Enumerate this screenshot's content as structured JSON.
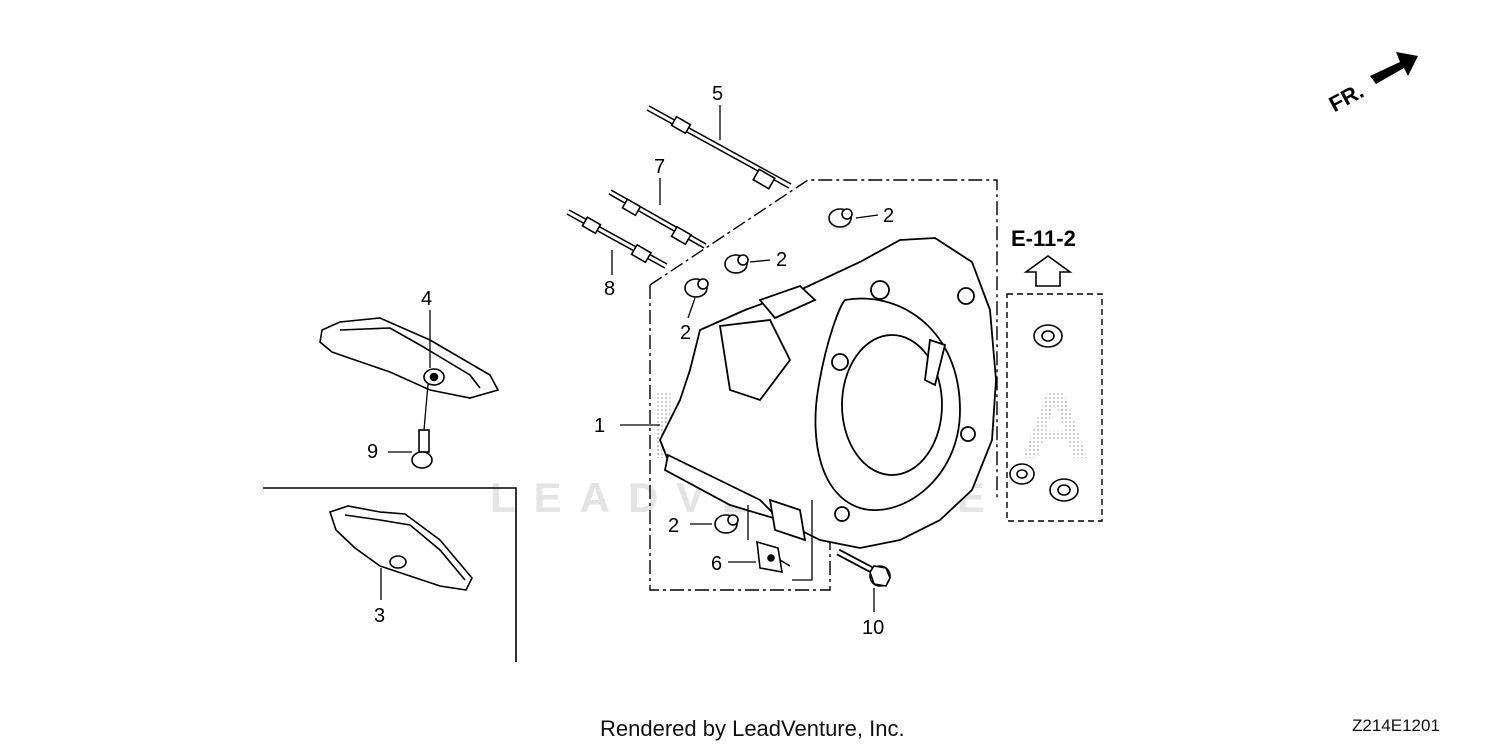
{
  "callouts": {
    "c1": "1",
    "c2a": "2",
    "c2b": "2",
    "c2c": "2",
    "c2d": "2",
    "c3": "3",
    "c4": "4",
    "c5": "5",
    "c6": "6",
    "c7": "7",
    "c8": "8",
    "c9": "9",
    "c10": "10"
  },
  "reference": "E-11-2",
  "front_label": "FR.",
  "watermark": {
    "brand": "HONDA",
    "sub": "LEADVENTURE"
  },
  "footer": "Rendered by LeadVenture, Inc.",
  "diagram_code": "Z214E1201",
  "colors": {
    "ink": "#000000",
    "watermark": "#d0d0d0"
  }
}
